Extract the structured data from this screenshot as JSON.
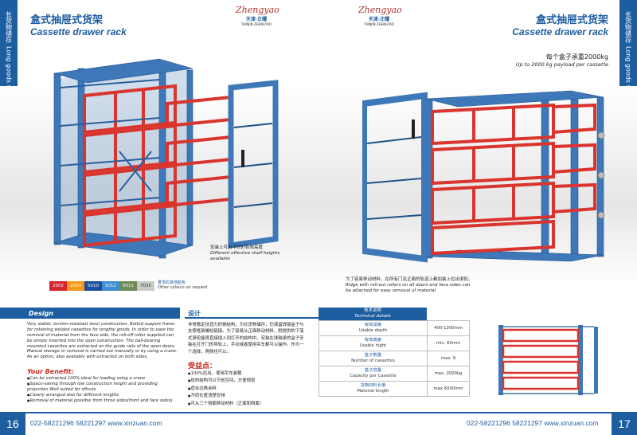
{
  "left_page": {
    "side_tab": {
      "line1": "长货物储存",
      "line2": "Long goods storage"
    },
    "title_cn": "盒式抽屉式货架",
    "title_en": "Cassette drawer rack",
    "logo": {
      "script": "Zhengyao",
      "cn": "天津·正耀",
      "en": "TIANJIN ZHENGYAO"
    },
    "callout": {
      "cn": "安装上可用不同的有效高度",
      "en": "Different effective shelf heights available"
    },
    "swatches": [
      {
        "code": "2002",
        "color": "#d8242c"
      },
      {
        "code": "2003",
        "color": "#f39a1e"
      },
      {
        "code": "5010",
        "color": "#1d4e9c"
      },
      {
        "code": "5012",
        "color": "#3c8ed0"
      },
      {
        "code": "6011",
        "color": "#6d8a58"
      },
      {
        "code": "7035",
        "color": "#c9ccc9"
      }
    ],
    "swatch_note": {
      "cn": "要求的其他颜色",
      "en": "Other colours on request"
    },
    "design_label": "Design",
    "design_text": "Very stable, torsion-resistant steel construction. Bolted support frame for retaining welded cassettes for lengthy goods. In order to ease the removal of material from the face side, the roll-off roller supplied can be simply inserted into the open construction. The ball-bearing mounted cassettes are extracted on the guide rails of the open doors. Manual storage or removal is carried out manually or by using a crane. As an option, also available with extracted on both sides.",
    "benefit_title": "Your Benefit:",
    "benefits": [
      "Can be extracted 100%,ideal for loading using a crane",
      "Space-saving through low construction height and providing projection Well suited for offcuts",
      "Clearly arranged also for different lengths",
      "Removal of material possible from three sides(front and face sides)"
    ],
    "sheji_title": "设计",
    "sheji_text": "非常稳定抗扭力的钢结构，为长货物储存，仍保留焊接盒子与支撑框架螺栓链接。为了容易从正面移动材料，附提供的下落式滚轮能很直接插入到打开的结构中。安装在球轴承的盒子安装在打开门的导轨上，手动或者使用吊车都可以操作。作为一个选择，两侧也可以。",
    "youshi_title": "受益点：",
    "youshi": [
      "100%拉出，使用吊车装载",
      "低的结构可以节省空间，方便规划",
      "适合边角余料",
      "不同长度清楚安排",
      "可从三个侧面移动材料（正面和侧面）"
    ],
    "page_number": "16",
    "contact": "022-58221296   58221297   www.xinzuan.com"
  },
  "right_page": {
    "side_tab": {
      "line1": "长货物储存",
      "line2": "Long goods storage"
    },
    "title_cn": "盒式抽屉式货架",
    "title_en": "Cassette drawer rack",
    "logo": {
      "script": "Zhengyao",
      "cn": "天津·正耀",
      "en": "TIANJIN ZHENGYAO"
    },
    "payload_cn": "每个盒子承重2000kg",
    "payload_en": "Up to 2000 kg payload per cassette",
    "callout": {
      "cn": "为了容易移动材料，在所有门及正面的轨道上都加装上拉出滚轮。",
      "en": "Ridge with roll-out rollers on all doors and face sides can be attached for easy removal of material"
    },
    "tech_head_cn": "技术说明",
    "tech_head_en": "Technical details",
    "tech_rows": [
      {
        "cn": "有效深度",
        "en": "Usable depth",
        "value": "400-1200mm"
      },
      {
        "cn": "有效高度",
        "en": "Usable hight",
        "value": "min. 60mm"
      },
      {
        "cn": "盒子数量",
        "en": "Number of cassettes",
        "value": "max. 9"
      },
      {
        "cn": "盒子容量",
        "en": "Capacity per Cassette",
        "value": "max. 2000kg"
      },
      {
        "cn": "货物材料长度",
        "en": "Material length",
        "value": "max 6000mm"
      }
    ],
    "page_number": "17",
    "contact": "022-58221296   58221297   www.xinzuan.com"
  },
  "colors": {
    "brand_blue": "#1d5ea0",
    "rack_blue": "#3e78b8",
    "rack_red": "#d9352e",
    "accent_red": "#c8281e"
  }
}
